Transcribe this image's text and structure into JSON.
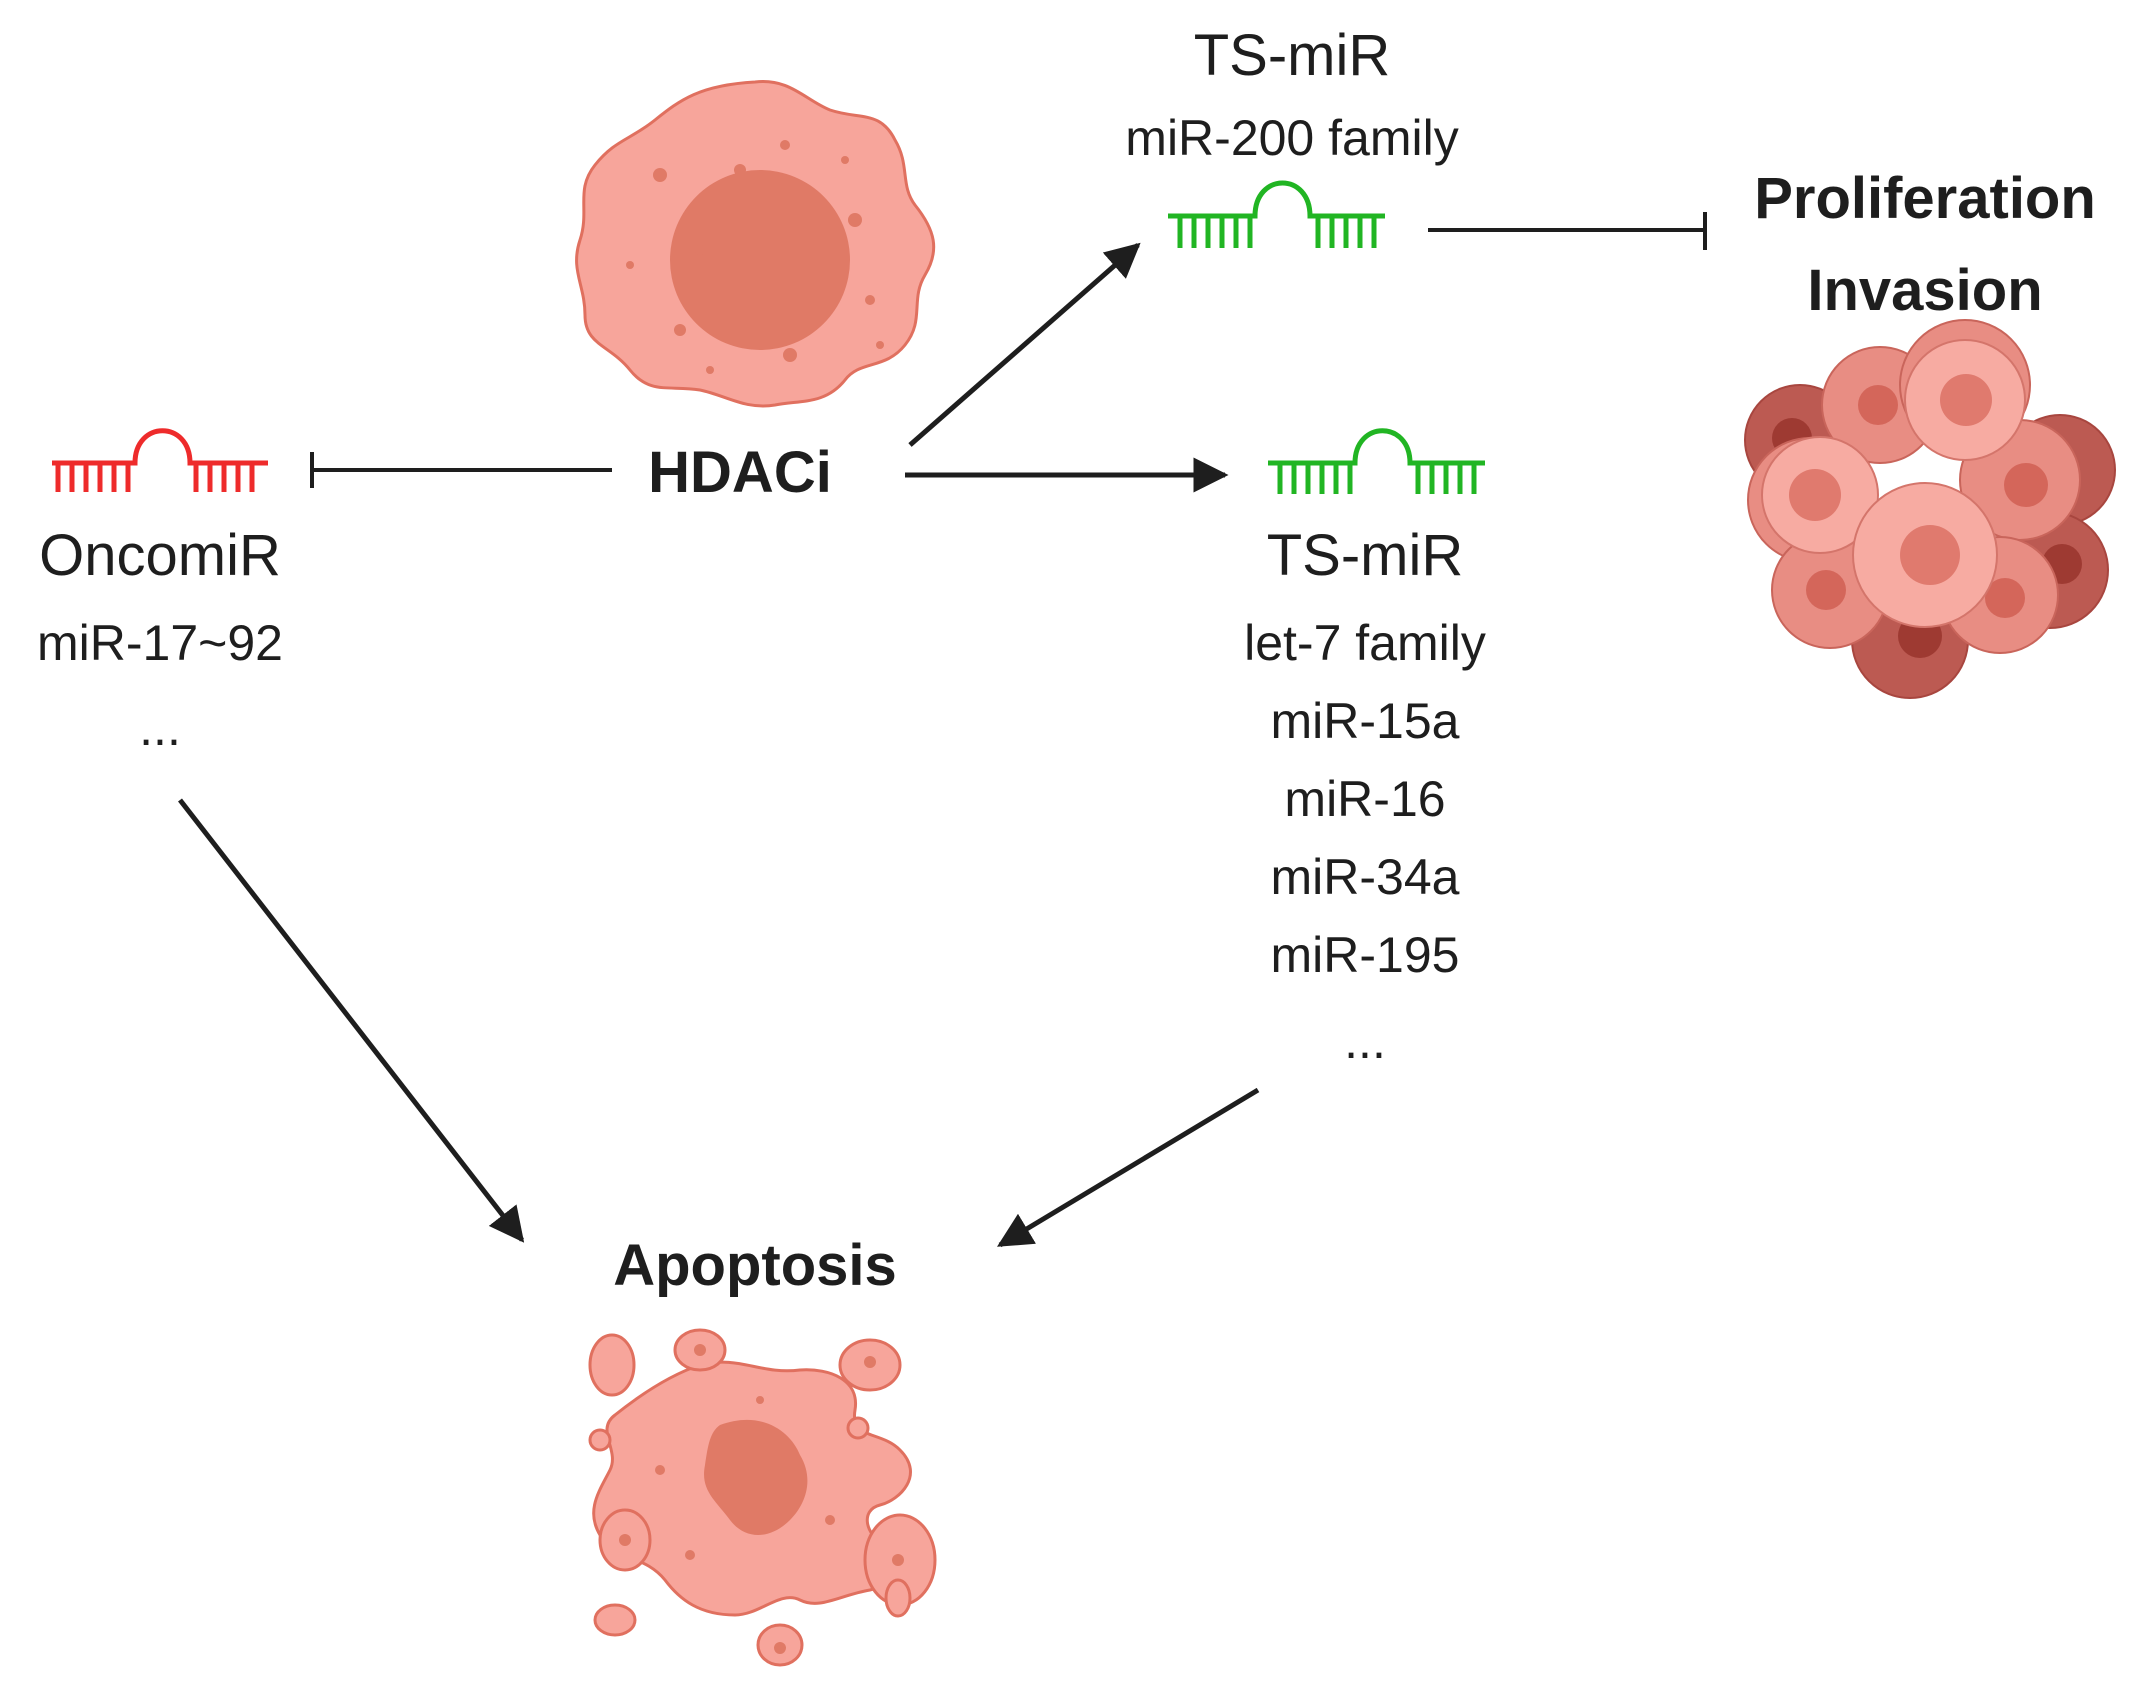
{
  "hdaci": {
    "label": "HDACi"
  },
  "oncomir": {
    "type_label": "OncomiR",
    "members": [
      "miR-17~92",
      "..."
    ],
    "color": "#ee2b2b"
  },
  "ts_mir_top": {
    "type_label": "TS-miR",
    "members": [
      "miR-200 family"
    ],
    "color": "#21b523"
  },
  "ts_mir_right": {
    "type_label": "TS-miR",
    "members": [
      "let-7 family",
      "miR-15a",
      "miR-16",
      "miR-34a",
      "miR-195",
      "..."
    ],
    "color": "#21b523"
  },
  "outcomes": {
    "proliferation": "Proliferation",
    "invasion": "Invasion",
    "apoptosis": "Apoptosis"
  },
  "icons": {
    "hdaci_cell": "cancer-cell-icon",
    "tumor": "tumor-cluster-icon",
    "apoptotic_cell": "apoptotic-cell-icon",
    "mirna": "mirna-hairpin-icon"
  },
  "colors": {
    "arrow": "#1e1e1e",
    "cell_fill": "#f7a59b",
    "cell_nucleus": "#e07a66"
  }
}
